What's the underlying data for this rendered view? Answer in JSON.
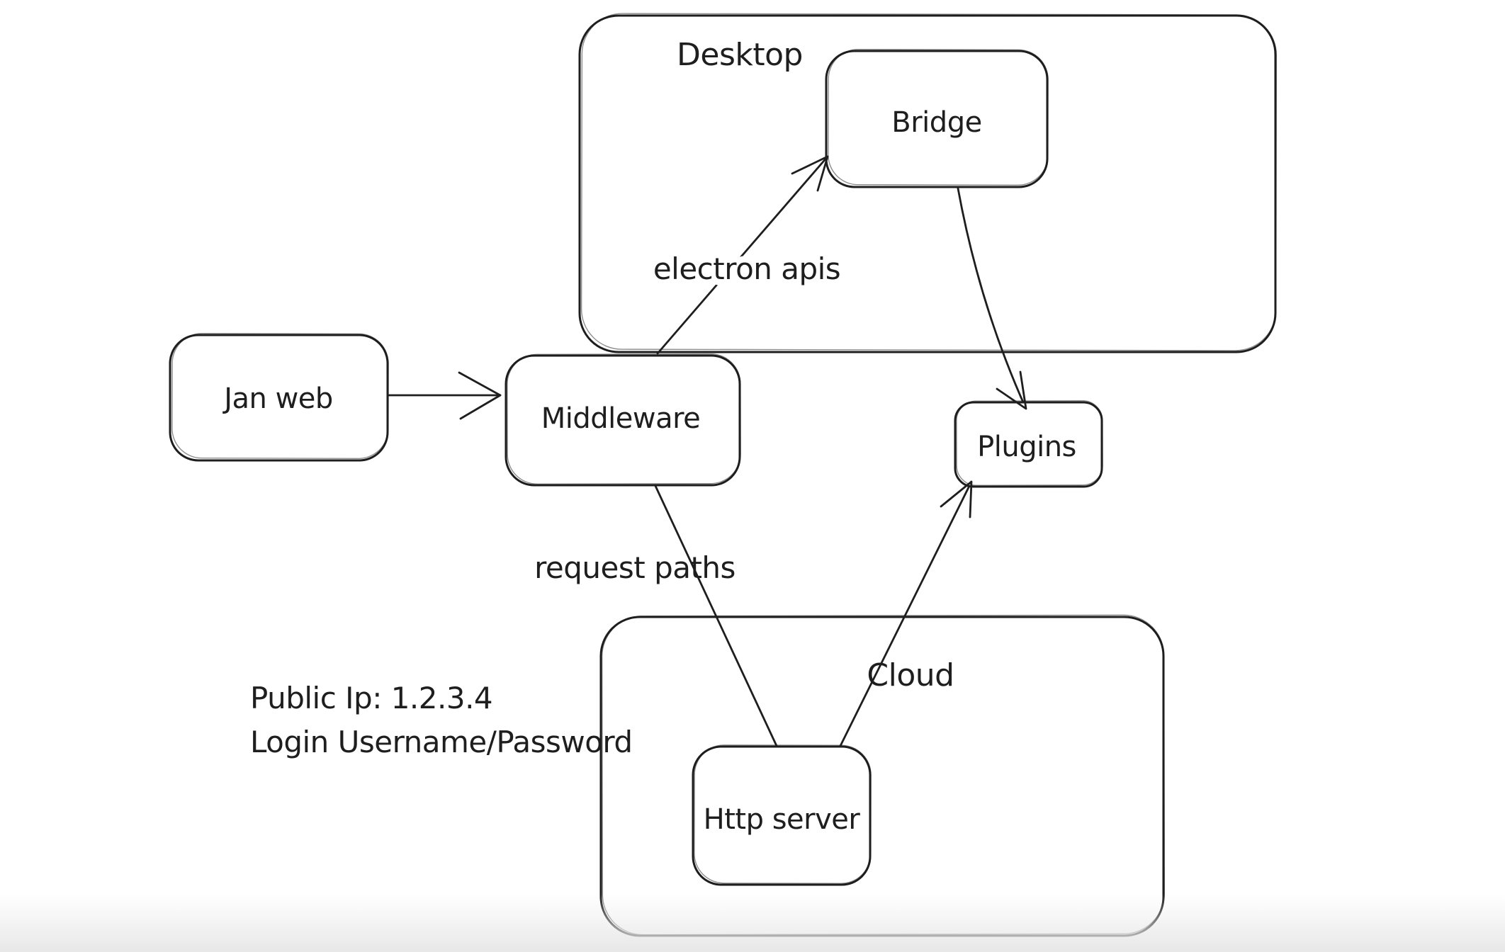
{
  "canvas": {
    "background_color": "#ffffff",
    "stroke_color": "#1e1e1e",
    "shape_fill_color": "#ffffff",
    "bottom_edge_fade_color": "#e9e9e9"
  },
  "containers": [
    {
      "id": "desktop",
      "label": "Desktop"
    },
    {
      "id": "cloud",
      "label": "Cloud"
    }
  ],
  "nodes": [
    {
      "id": "jan-web",
      "label": "Jan web"
    },
    {
      "id": "middleware",
      "label": "Middleware"
    },
    {
      "id": "bridge",
      "label": "Bridge"
    },
    {
      "id": "plugins",
      "label": "Plugins"
    },
    {
      "id": "http-server",
      "label": "Http server"
    }
  ],
  "arrows": [
    {
      "id": "jan-web-to-middleware",
      "from": "Jan web",
      "to": "Middleware",
      "label": ""
    },
    {
      "id": "middleware-to-bridge",
      "from": "Middleware",
      "to": "Bridge",
      "label": "electron apis"
    },
    {
      "id": "bridge-to-plugins",
      "from": "Bridge",
      "to": "Plugins",
      "label": ""
    },
    {
      "id": "middleware-to-http-server",
      "from": "Middleware",
      "to": "Http server",
      "label": "request paths"
    },
    {
      "id": "http-server-to-plugins",
      "from": "Http server",
      "to": "Plugins",
      "label": ""
    }
  ],
  "annotations": [
    {
      "id": "public-ip",
      "text": "Public Ip: 1.2.3.4"
    },
    {
      "id": "login",
      "text": "Login Username/Password"
    }
  ]
}
